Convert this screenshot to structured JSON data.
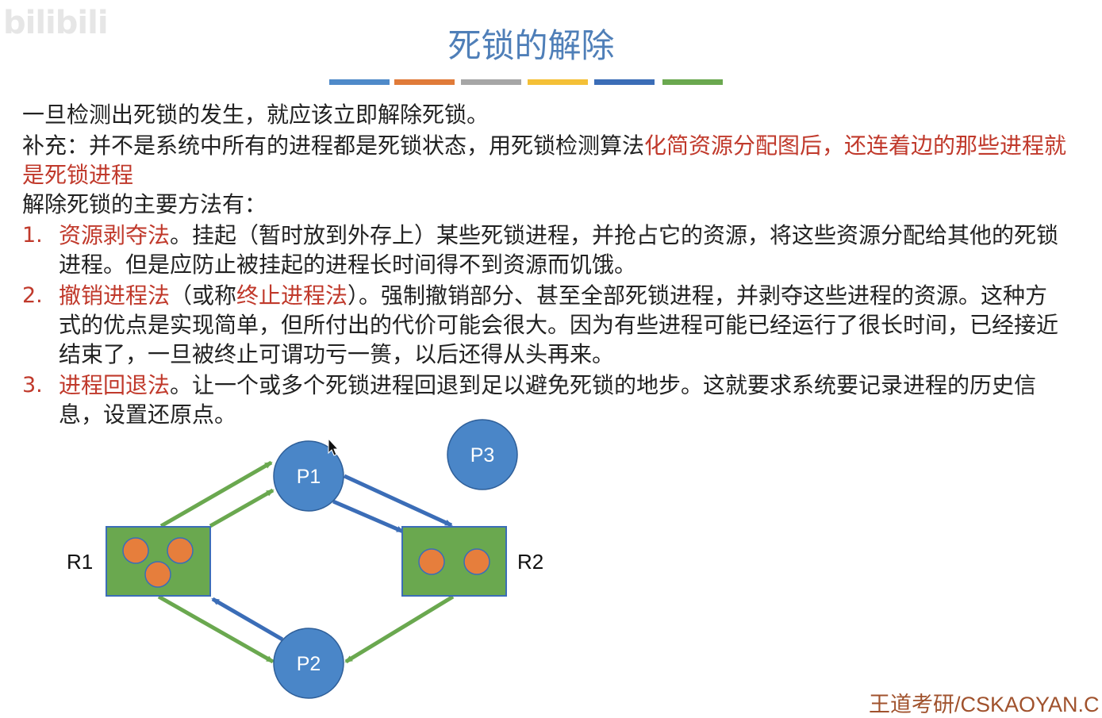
{
  "watermark": "bilibili",
  "title": "死锁的解除",
  "colorbar": [
    "#4f8ac9",
    "#e07b39",
    "#a6a6a6",
    "#f4c037",
    "#3b6db7",
    "#6aa84f"
  ],
  "intro": "一旦检测出死锁的发生，就应该立即解除死锁。",
  "supplement": {
    "prefix": "补充：并不是系统中所有的进程都是死锁状态，用死锁检测算法",
    "highlight": "化简资源分配图后，还连着边的那些进程就是死锁进程"
  },
  "methods_heading": "解除死锁的主要方法有：",
  "methods": [
    {
      "num": "1.",
      "name": "资源剥夺法",
      "text": "。挂起（暂时放到外存上）某些死锁进程，并抢占它的资源，将这些资源分配给其他的死锁进程。但是应防止被挂起的进程长时间得不到资源而饥饿。"
    },
    {
      "num": "2.",
      "name": "撤销进程法",
      "paren_open": "（或称",
      "alt_name": "终止进程法",
      "text": "）。强制撤销部分、甚至全部死锁进程，并剥夺这些进程的资源。这种方式的优点是实现简单，但所付出的代价可能会很大。因为有些进程可能已经运行了很长时间，已经接近结束了，一旦被终止可谓功亏一篑，以后还得从头再来。"
    },
    {
      "num": "3.",
      "name": "进程回退法",
      "text": "。让一个或多个死锁进程回退到足以避免死锁的地步。这就要求系统要记录进程的历史信息，设置还原点。"
    }
  ],
  "diagram": {
    "processes": [
      "P1",
      "P2",
      "P3"
    ],
    "resources": [
      "R1",
      "R2"
    ],
    "colors": {
      "process": "#4a86c8",
      "resource": "#6aa84f",
      "instance": "#e67e3c",
      "request_edge": "#3b6db7",
      "assign_edge": "#6aa84f"
    }
  },
  "footer": "王道考研/CSKAOYAN.C"
}
